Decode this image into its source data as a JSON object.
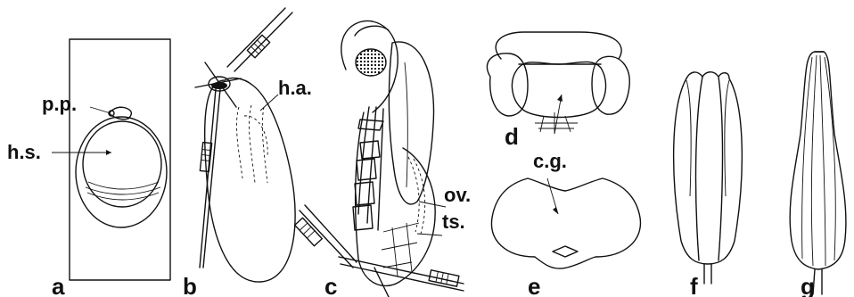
{
  "panels": {
    "a": "a",
    "b": "b",
    "c": "c",
    "d": "d",
    "e": "e",
    "f": "f",
    "g": "g"
  },
  "labels": {
    "pp": "p.p.",
    "hs": "h.s.",
    "ha": "h.a.",
    "ov": "ov.",
    "ts": "ts.",
    "cg": "c.g."
  }
}
